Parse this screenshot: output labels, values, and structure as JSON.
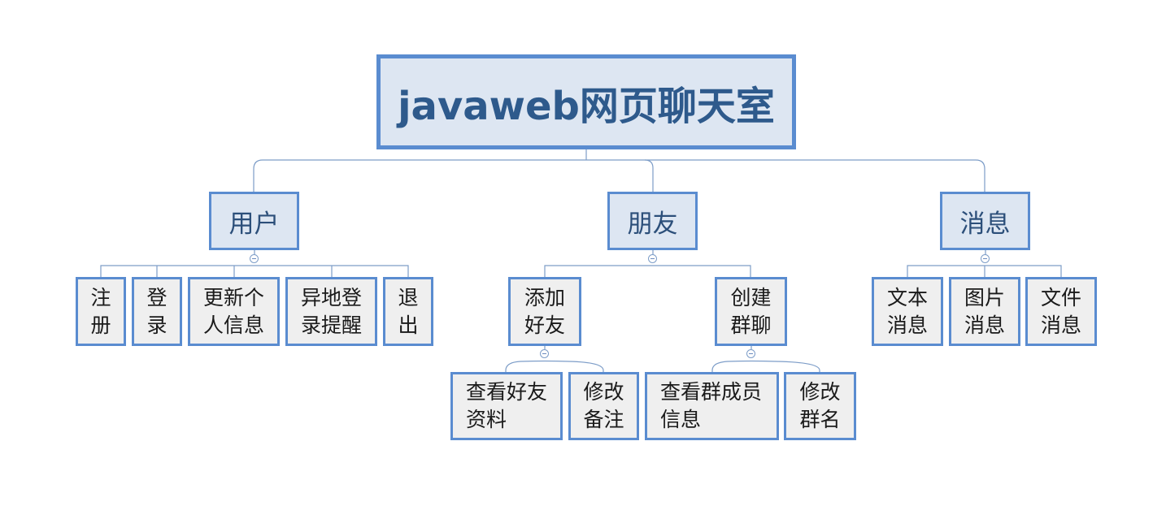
{
  "root": {
    "title": "javaweb网页聊天室"
  },
  "branches": [
    {
      "label": "用户",
      "children": [
        {
          "lines": [
            "注",
            "册"
          ]
        },
        {
          "lines": [
            "登",
            "录"
          ]
        },
        {
          "lines": [
            "更新个",
            "人信息"
          ]
        },
        {
          "lines": [
            "异地登",
            "录提醒"
          ]
        },
        {
          "lines": [
            "退",
            "出"
          ]
        }
      ]
    },
    {
      "label": "朋友",
      "children": [
        {
          "lines": [
            "添加",
            "好友"
          ],
          "children": [
            {
              "lines": [
                "查看好友",
                "资料"
              ]
            },
            {
              "lines": [
                "修改",
                "备注"
              ]
            }
          ]
        },
        {
          "lines": [
            "创建",
            "群聊"
          ],
          "children": [
            {
              "lines": [
                "查看群成员",
                "信息"
              ]
            },
            {
              "lines": [
                "修改",
                "群名"
              ]
            }
          ]
        }
      ]
    },
    {
      "label": "消息",
      "children": [
        {
          "lines": [
            "文本",
            "消息"
          ]
        },
        {
          "lines": [
            "图片",
            "消息"
          ]
        },
        {
          "lines": [
            "文件",
            "消息"
          ]
        }
      ]
    }
  ]
}
